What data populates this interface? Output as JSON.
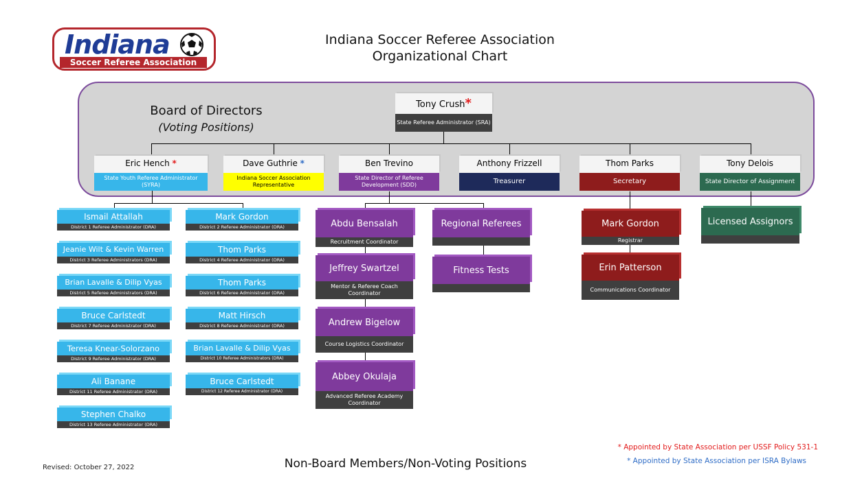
{
  "logo": {
    "word": "Indiana",
    "subtitle": "Soccer Referee Association"
  },
  "title": {
    "line1": "Indiana Soccer Referee Association",
    "line2": "Organizational Chart"
  },
  "board": {
    "title": "Board of Directors",
    "subtitle": "(Voting Positions)"
  },
  "sra": {
    "name": "Tony Crush",
    "role": "State Referee Administrator (SRA)",
    "marker": "*"
  },
  "directors": [
    {
      "name": "Eric Hench",
      "role": "State Youth Referee Administrator (SYRA)",
      "marker": "*",
      "color": "#37b6ea"
    },
    {
      "name": "Dave Guthrie",
      "role": "Indiana Soccer Association Representative",
      "marker": "*",
      "color": "#ffff00"
    },
    {
      "name": "Ben Trevino",
      "role": "State Director of Referee Development (SDD)",
      "marker": "",
      "color": "#7f3a9c"
    },
    {
      "name": "Anthony Frizzell",
      "role": "Treasurer",
      "marker": "",
      "color": "#1e2a5a"
    },
    {
      "name": "Thom Parks",
      "role": "Secretary",
      "marker": "",
      "color": "#8e1c1c"
    },
    {
      "name": "Tony Delois",
      "role": "State Director of Assignment",
      "marker": "",
      "color": "#2c6a50"
    }
  ],
  "dra_left": [
    {
      "name": "Ismail Attallah",
      "role": "District 1 Referee Administrator (DRA)"
    },
    {
      "name": "Jeanie Wilt & Kevin Warren",
      "role": "District 3 Referee Administrators (DRA)"
    },
    {
      "name": "Brian Lavalle & Dilip Vyas",
      "role": "District 5 Referee Administrators (DRA)"
    },
    {
      "name": "Bruce Carlstedt",
      "role": "District 7 Referee Administrator (DRA)"
    },
    {
      "name": "Teresa Knear-Solorzano",
      "role": "District 9 Referee Administrator (DRA)"
    },
    {
      "name": "Ali Banane",
      "role": "District 11 Referee Administrator (DRA)"
    },
    {
      "name": "Stephen Chalko",
      "role": "District 13 Referee Administrator (DRA)"
    }
  ],
  "dra_right": [
    {
      "name": "Mark Gordon",
      "role": "District 2 Referee Administrator (DRA)"
    },
    {
      "name": "Thom Parks",
      "role": "District 4 Referee Administrator (DRA)"
    },
    {
      "name": "Thom Parks",
      "role": "District 6 Referee Administrator (DRA)"
    },
    {
      "name": "Matt Hirsch",
      "role": "District 8 Referee Administrator (DRA)"
    },
    {
      "name": "Brian Lavalle & Dilip Vyas",
      "role": "District 10 Referee Administrators (DRA)"
    },
    {
      "name": "Bruce Carlstedt",
      "role": "District 12 Referee Administrator (DRA)"
    }
  ],
  "development": [
    {
      "name": "Abdu Bensalah",
      "role": "Recruitment Coordinator"
    },
    {
      "name": "Jeffrey Swartzel",
      "role": "Mentor & Referee Coach Coordinator"
    },
    {
      "name": "Andrew Bigelow",
      "role": "Course Logistics Coordinator"
    },
    {
      "name": "Abbey Okulaja",
      "role": "Advanced Referee Academy Coordinator"
    }
  ],
  "development_right": [
    {
      "name": "Regional Referees",
      "role": ""
    },
    {
      "name": "Fitness Tests",
      "role": ""
    }
  ],
  "secretary_staff": [
    {
      "name": "Mark Gordon",
      "role": "Registrar"
    },
    {
      "name": "Erin Patterson",
      "role": "Communications Coordinator"
    }
  ],
  "assignment_staff": [
    {
      "name": "Licensed Assignors",
      "role": ""
    }
  ],
  "footer": {
    "revised": "Revised: October 27, 2022",
    "non_board": "Non-Board Members/Non-Voting Positions",
    "note_red": "* Appointed by State Association per USSF Policy 531-1",
    "note_blue": "* Appointed by State Association per ISRA Bylaws"
  }
}
